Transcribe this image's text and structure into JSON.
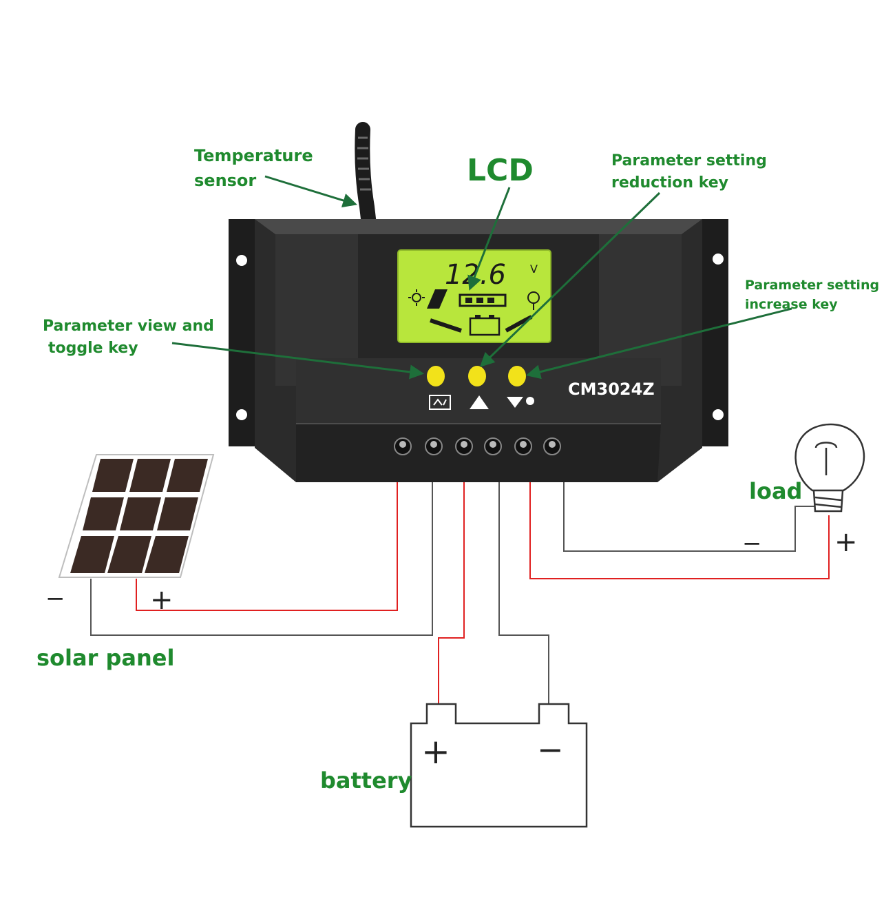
{
  "labels": {
    "temperature_sensor_line1": "Temperature",
    "temperature_sensor_line2": "sensor",
    "lcd": "LCD",
    "reduction_key_line1": "Parameter setting",
    "reduction_key_line2": "reduction key",
    "increase_key_line1": "Parameter setting",
    "increase_key_line2": "increase key",
    "view_key_line1": "Parameter view and",
    "view_key_line2": "toggle key",
    "solar_panel": "solar panel",
    "battery": "battery",
    "load": "load"
  },
  "controller": {
    "model": "CM3024Z",
    "lcd_reading": "12.6",
    "lcd_unit": "V"
  },
  "symbols": {
    "plus": "+",
    "minus": "−"
  },
  "colors": {
    "label_green": "#1f8a2e",
    "arrow_green": "#1e6f3a",
    "positive_wire": "#e02020",
    "negative_wire": "#555555",
    "lcd_background": "#b8e63c",
    "key_yellow": "#f2e21a",
    "controller_body": "#2b2b2b"
  }
}
